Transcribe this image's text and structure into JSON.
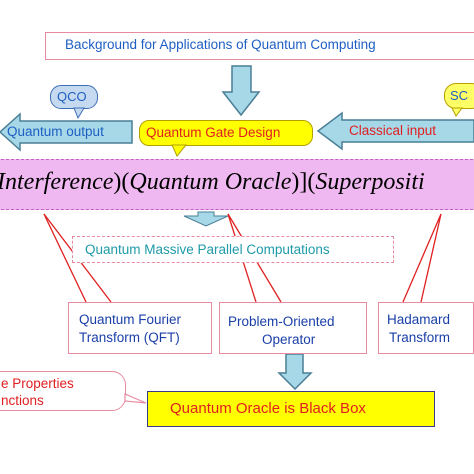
{
  "diagram": {
    "background_box": "Background for Applications of Quantum Computing",
    "qco_bubble": "QCO",
    "sc_bubble": "SC",
    "quantum_output": "Quantum output",
    "gate_design": "Quantum Gate Design",
    "classical_input": "Classical input",
    "formula": {
      "interference": "Interference",
      "oracle": "Quantum Oracle",
      "superposition": "Superpositi"
    },
    "parallel": "Quantum Massive Parallel Computations",
    "qft_line1": "Quantum Fourier",
    "qft_line2": "Transform (QFT)",
    "pro_line1": "Problem-Oriented",
    "pro_line2": "Operator",
    "hadamard_line1": "Hadamard",
    "hadamard_line2": "Transform",
    "properties_line1": "e Properties",
    "properties_line2": "nctions",
    "black_box": "Quantum Oracle is Black Box"
  },
  "colors": {
    "blue_text": "#1f5fc4",
    "red_text": "#e02020",
    "pink_border": "#e88aa0",
    "magenta_band": "#f0b8f0",
    "band_border": "#c060c0",
    "arrow_fill": "#a7d8e8",
    "arrow_stroke": "#4a7f96",
    "yellow": "#ffff00",
    "bubble_fill": "#c5d9f1",
    "bubble_stroke": "#3f6fb5"
  }
}
